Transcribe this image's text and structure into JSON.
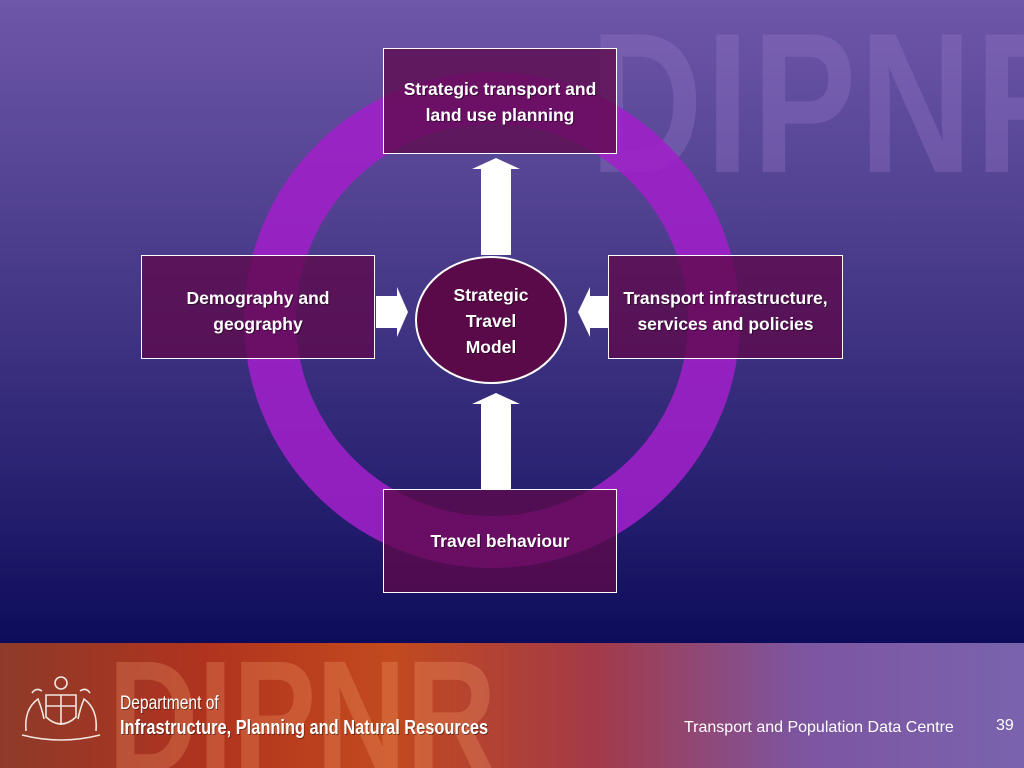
{
  "watermark": "DIPNR",
  "diagram": {
    "top_box": "Strategic transport and\nland use planning",
    "left_box": "Demography and\ngeography",
    "right_box": "Transport infrastructure,\nservices and policies",
    "bottom_box": "Travel behaviour",
    "center": "Strategic\nTravel\nModel"
  },
  "footer": {
    "department_line1": "Department of",
    "department_line2": "Infrastructure, Planning and Natural Resources",
    "centre": "Transport and Population Data Centre",
    "page_number": "39"
  },
  "colors": {
    "ring": "#a020c8",
    "box_fill": "#5f0a4b",
    "arrow": "#ffffff"
  }
}
